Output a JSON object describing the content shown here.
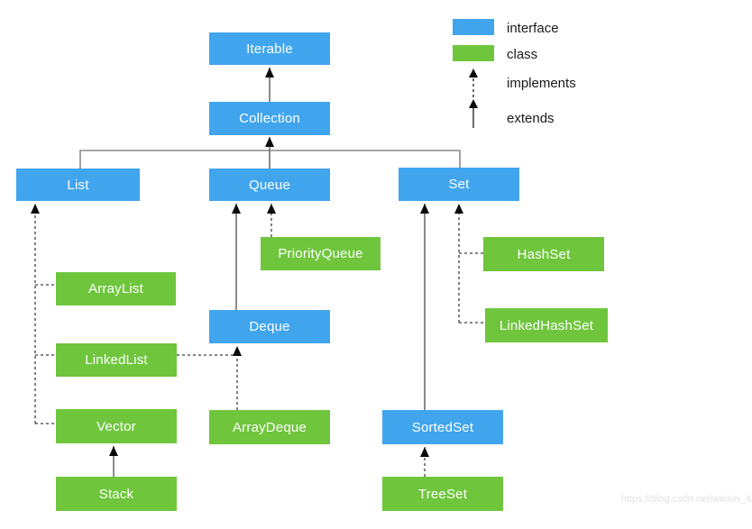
{
  "diagram_type": "java-collections-hierarchy",
  "nodes": {
    "iterable": {
      "label": "Iterable",
      "type": "interface"
    },
    "collection": {
      "label": "Collection",
      "type": "interface"
    },
    "list": {
      "label": "List",
      "type": "interface"
    },
    "queue": {
      "label": "Queue",
      "type": "interface"
    },
    "set": {
      "label": "Set",
      "type": "interface"
    },
    "priorityQueue": {
      "label": "PriorityQueue",
      "type": "class"
    },
    "hashSet": {
      "label": "HashSet",
      "type": "class"
    },
    "arrayList": {
      "label": "ArrayList",
      "type": "class"
    },
    "deque": {
      "label": "Deque",
      "type": "interface"
    },
    "linkedHashSet": {
      "label": "LinkedHashSet",
      "type": "class"
    },
    "linkedList": {
      "label": "LinkedList",
      "type": "class"
    },
    "vector": {
      "label": "Vector",
      "type": "class"
    },
    "arrayDeque": {
      "label": "ArrayDeque",
      "type": "class"
    },
    "sortedSet": {
      "label": "SortedSet",
      "type": "interface"
    },
    "stack": {
      "label": "Stack",
      "type": "class"
    },
    "treeSet": {
      "label": "TreeSet",
      "type": "class"
    }
  },
  "edges": [
    {
      "from": "Collection",
      "to": "Iterable",
      "relation": "extends"
    },
    {
      "from": "List",
      "to": "Collection",
      "relation": "extends"
    },
    {
      "from": "Queue",
      "to": "Collection",
      "relation": "extends"
    },
    {
      "from": "Set",
      "to": "Collection",
      "relation": "extends"
    },
    {
      "from": "Deque",
      "to": "Queue",
      "relation": "extends"
    },
    {
      "from": "PriorityQueue",
      "to": "Queue",
      "relation": "implements"
    },
    {
      "from": "ArrayList",
      "to": "List",
      "relation": "implements"
    },
    {
      "from": "LinkedList",
      "to": "List",
      "relation": "implements"
    },
    {
      "from": "Vector",
      "to": "List",
      "relation": "implements"
    },
    {
      "from": "Stack",
      "to": "Vector",
      "relation": "extends"
    },
    {
      "from": "LinkedList",
      "to": "Deque",
      "relation": "implements"
    },
    {
      "from": "ArrayDeque",
      "to": "Deque",
      "relation": "implements"
    },
    {
      "from": "SortedSet",
      "to": "Set",
      "relation": "extends"
    },
    {
      "from": "HashSet",
      "to": "Set",
      "relation": "implements"
    },
    {
      "from": "LinkedHashSet",
      "to": "Set",
      "relation": "implements"
    },
    {
      "from": "TreeSet",
      "to": "SortedSet",
      "relation": "implements"
    }
  ],
  "legend": {
    "items": [
      {
        "kind": "swatch-interface",
        "label": "interface"
      },
      {
        "kind": "swatch-class",
        "label": "class"
      },
      {
        "kind": "arrow-dashed",
        "label": "implements"
      },
      {
        "kind": "arrow-solid",
        "label": "extends"
      }
    ]
  },
  "colors": {
    "interface_fill": "#41a5ee",
    "class_fill": "#6fc63d"
  },
  "watermark": {
    "text": "https://blog.csdn.net/weixin_4"
  }
}
